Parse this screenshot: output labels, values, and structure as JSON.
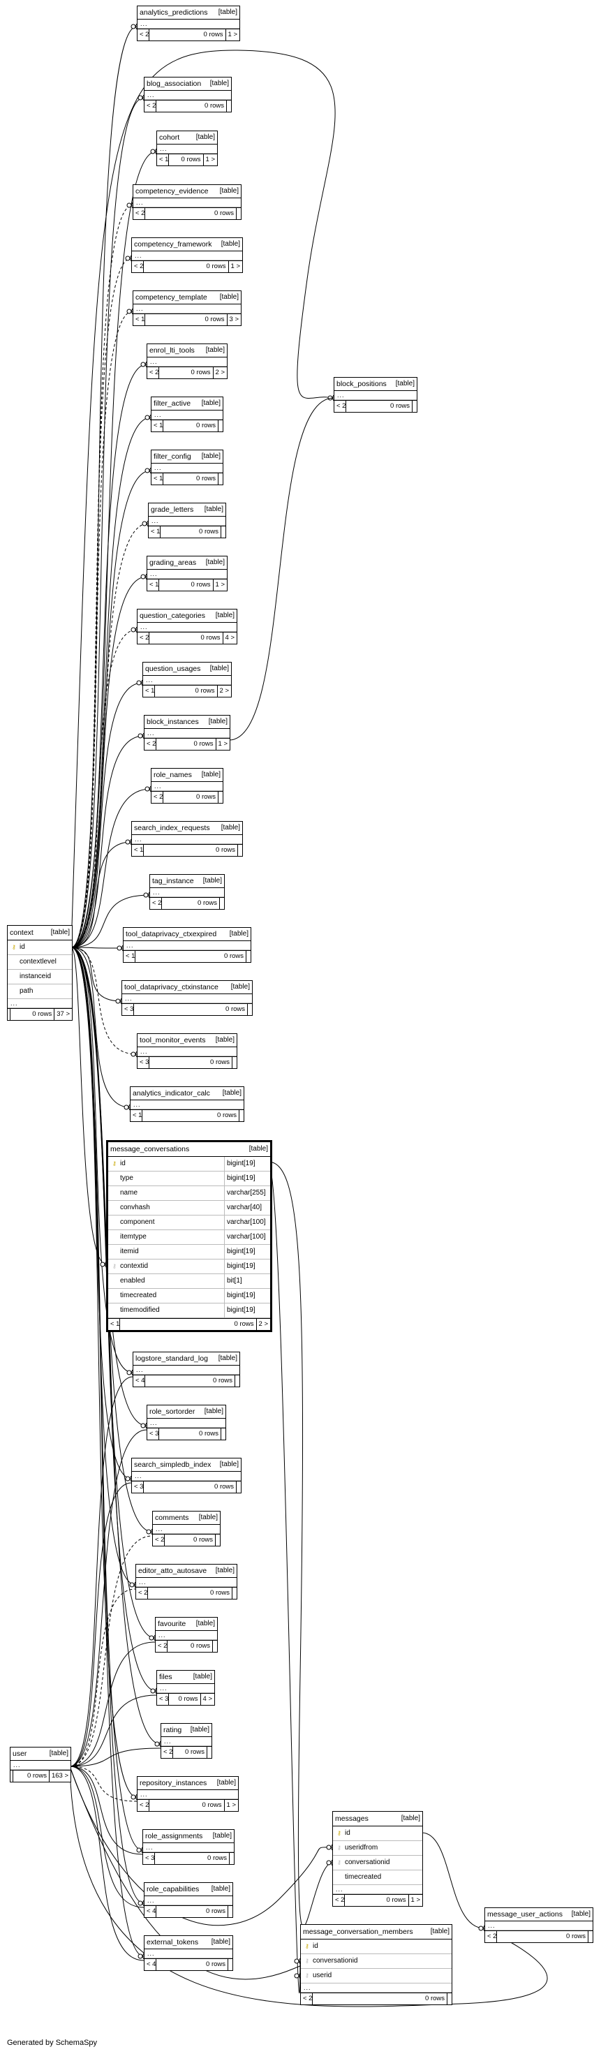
{
  "generator": "Generated by SchemaSpy",
  "table_tag": "[table]",
  "ellipsis": "...",
  "colors": {
    "line": "#000000",
    "pk_icon": "#c9a800",
    "fk_icon": "#b8b8b8",
    "row_divider": "#bbbbbb"
  },
  "tables": [
    {
      "id": "analytics_predictions",
      "name": "analytics_predictions",
      "prev": "< 2",
      "rows": "0 rows",
      "next": "1 >"
    },
    {
      "id": "blog_association",
      "name": "blog_association",
      "prev": "< 2",
      "rows": "0 rows",
      "next": ""
    },
    {
      "id": "cohort",
      "name": "cohort",
      "prev": "< 1",
      "rows": "0 rows",
      "next": "1 >"
    },
    {
      "id": "competency_evidence",
      "name": "competency_evidence",
      "prev": "< 2",
      "rows": "0 rows",
      "next": ""
    },
    {
      "id": "competency_framework",
      "name": "competency_framework",
      "prev": "< 2",
      "rows": "0 rows",
      "next": "1 >"
    },
    {
      "id": "competency_template",
      "name": "competency_template",
      "prev": "< 1",
      "rows": "0 rows",
      "next": "3 >"
    },
    {
      "id": "enrol_lti_tools",
      "name": "enrol_lti_tools",
      "prev": "< 2",
      "rows": "0 rows",
      "next": "2 >"
    },
    {
      "id": "filter_active",
      "name": "filter_active",
      "prev": "< 1",
      "rows": "0 rows",
      "next": ""
    },
    {
      "id": "filter_config",
      "name": "filter_config",
      "prev": "< 1",
      "rows": "0 rows",
      "next": ""
    },
    {
      "id": "grade_letters",
      "name": "grade_letters",
      "prev": "< 1",
      "rows": "0 rows",
      "next": ""
    },
    {
      "id": "grading_areas",
      "name": "grading_areas",
      "prev": "< 1",
      "rows": "0 rows",
      "next": "1 >"
    },
    {
      "id": "question_categories",
      "name": "question_categories",
      "prev": "< 2",
      "rows": "0 rows",
      "next": "4 >"
    },
    {
      "id": "question_usages",
      "name": "question_usages",
      "prev": "< 1",
      "rows": "0 rows",
      "next": "2 >"
    },
    {
      "id": "block_instances",
      "name": "block_instances",
      "prev": "< 2",
      "rows": "0 rows",
      "next": "1 >"
    },
    {
      "id": "role_names",
      "name": "role_names",
      "prev": "< 2",
      "rows": "0 rows",
      "next": ""
    },
    {
      "id": "search_index_requests",
      "name": "search_index_requests",
      "prev": "< 1",
      "rows": "0 rows",
      "next": ""
    },
    {
      "id": "tag_instance",
      "name": "tag_instance",
      "prev": "< 2",
      "rows": "0 rows",
      "next": ""
    },
    {
      "id": "tool_dataprivacy_ctxexpired",
      "name": "tool_dataprivacy_ctxexpired",
      "prev": "< 1",
      "rows": "0 rows",
      "next": ""
    },
    {
      "id": "tool_dataprivacy_ctxinstance",
      "name": "tool_dataprivacy_ctxinstance",
      "prev": "< 3",
      "rows": "0 rows",
      "next": ""
    },
    {
      "id": "tool_monitor_events",
      "name": "tool_monitor_events",
      "prev": "< 3",
      "rows": "0 rows",
      "next": ""
    },
    {
      "id": "analytics_indicator_calc",
      "name": "analytics_indicator_calc",
      "prev": "< 1",
      "rows": "0 rows",
      "next": ""
    },
    {
      "id": "logstore_standard_log",
      "name": "logstore_standard_log",
      "prev": "< 4",
      "rows": "0 rows",
      "next": ""
    },
    {
      "id": "role_sortorder",
      "name": "role_sortorder",
      "prev": "< 3",
      "rows": "0 rows",
      "next": ""
    },
    {
      "id": "search_simpledb_index",
      "name": "search_simpledb_index",
      "prev": "< 3",
      "rows": "0 rows",
      "next": ""
    },
    {
      "id": "comments",
      "name": "comments",
      "prev": "< 2",
      "rows": "0 rows",
      "next": ""
    },
    {
      "id": "editor_atto_autosave",
      "name": "editor_atto_autosave",
      "prev": "< 2",
      "rows": "0 rows",
      "next": ""
    },
    {
      "id": "favourite",
      "name": "favourite",
      "prev": "< 2",
      "rows": "0 rows",
      "next": ""
    },
    {
      "id": "files",
      "name": "files",
      "prev": "< 3",
      "rows": "0 rows",
      "next": "4 >"
    },
    {
      "id": "rating",
      "name": "rating",
      "prev": "< 2",
      "rows": "0 rows",
      "next": ""
    },
    {
      "id": "repository_instances",
      "name": "repository_instances",
      "prev": "< 2",
      "rows": "0 rows",
      "next": "1 >"
    },
    {
      "id": "role_assignments",
      "name": "role_assignments",
      "prev": "< 3",
      "rows": "0 rows",
      "next": ""
    },
    {
      "id": "role_capabilities",
      "name": "role_capabilities",
      "prev": "< 4",
      "rows": "0 rows",
      "next": ""
    },
    {
      "id": "external_tokens",
      "name": "external_tokens",
      "prev": "< 4",
      "rows": "0 rows",
      "next": ""
    },
    {
      "id": "block_positions",
      "name": "block_positions",
      "prev": "< 2",
      "rows": "0 rows",
      "next": ""
    },
    {
      "id": "message_user_actions",
      "name": "message_user_actions",
      "prev": "< 2",
      "rows": "0 rows",
      "next": ""
    }
  ],
  "context": {
    "name": "context",
    "columns": [
      {
        "name": "id",
        "key": "pk"
      },
      {
        "name": "contextlevel",
        "key": ""
      },
      {
        "name": "instanceid",
        "key": ""
      },
      {
        "name": "path",
        "key": ""
      }
    ],
    "prev": "",
    "rows": "0 rows",
    "next": "37 >"
  },
  "user": {
    "name": "user",
    "prev": "",
    "rows": "0 rows",
    "next": "163 >"
  },
  "message_conversations": {
    "name": "message_conversations",
    "columns": [
      {
        "name": "id",
        "type": "bigint[19]",
        "key": "pk"
      },
      {
        "name": "type",
        "type": "bigint[19]",
        "key": ""
      },
      {
        "name": "name",
        "type": "varchar[255]",
        "key": ""
      },
      {
        "name": "convhash",
        "type": "varchar[40]",
        "key": ""
      },
      {
        "name": "component",
        "type": "varchar[100]",
        "key": ""
      },
      {
        "name": "itemtype",
        "type": "varchar[100]",
        "key": ""
      },
      {
        "name": "itemid",
        "type": "bigint[19]",
        "key": ""
      },
      {
        "name": "contextid",
        "type": "bigint[19]",
        "key": "fk"
      },
      {
        "name": "enabled",
        "type": "bit[1]",
        "key": ""
      },
      {
        "name": "timecreated",
        "type": "bigint[19]",
        "key": ""
      },
      {
        "name": "timemodified",
        "type": "bigint[19]",
        "key": ""
      }
    ],
    "prev": "< 1",
    "rows": "0 rows",
    "next": "2 >"
  },
  "messages": {
    "name": "messages",
    "columns": [
      {
        "name": "id",
        "key": "pk"
      },
      {
        "name": "useridfrom",
        "key": "fk"
      },
      {
        "name": "conversationid",
        "key": "fk"
      },
      {
        "name": "timecreated",
        "key": ""
      }
    ],
    "prev": "< 2",
    "rows": "0 rows",
    "next": "1 >"
  },
  "message_conversation_members": {
    "name": "message_conversation_members",
    "columns": [
      {
        "name": "id",
        "key": "pk"
      },
      {
        "name": "conversationid",
        "key": "fk"
      },
      {
        "name": "userid",
        "key": "fk"
      }
    ],
    "prev": "< 2",
    "rows": "0 rows",
    "next": ""
  }
}
